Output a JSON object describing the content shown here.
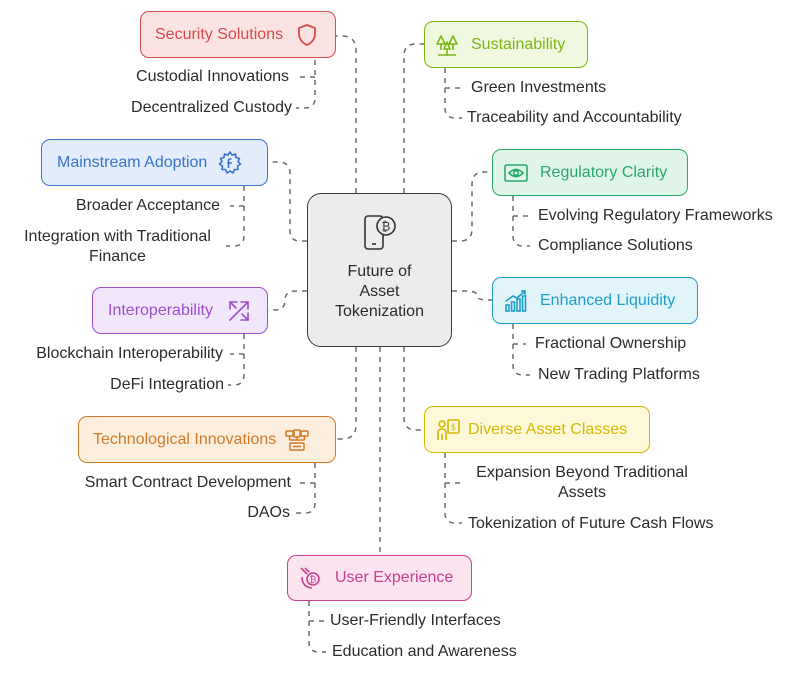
{
  "center": {
    "title": "Future of\nAsset\nTokenization",
    "icon": "bitcoin-phone-icon"
  },
  "branches": {
    "security": {
      "label": "Security Solutions",
      "icon": "shield-icon",
      "color": "#d94a4a",
      "fill": "#fbe3e3",
      "items": [
        "Custodial Innovations",
        "Decentralized Custody"
      ]
    },
    "sustainability": {
      "label": "Sustainability",
      "icon": "trees-icon",
      "color": "#7cb518",
      "fill": "#f1f8e0",
      "items": [
        "Green Investments",
        "Traceability and Accountability"
      ]
    },
    "mainstream": {
      "label": "Mainstream Adoption",
      "icon": "gear-facebook-icon",
      "color": "#3a73c8",
      "fill": "#e2ecfa",
      "items": [
        "Broader Acceptance",
        "Integration with Traditional Finance"
      ]
    },
    "regulatory": {
      "label": "Regulatory Clarity",
      "icon": "eye-banknote-icon",
      "color": "#2aa86a",
      "fill": "#e0f5ea",
      "items": [
        "Evolving Regulatory Frameworks",
        "Compliance Solutions"
      ]
    },
    "interoperability": {
      "label": "Interoperability",
      "icon": "arrows-cross-icon",
      "color": "#9b4fd0",
      "fill": "#f2e6fb",
      "items": [
        "Blockchain Interoperability",
        "DeFi Integration"
      ]
    },
    "liquidity": {
      "label": "Enhanced Liquidity",
      "icon": "chart-growth-icon",
      "color": "#1f9ec8",
      "fill": "#e0f4fa",
      "items": [
        "Fractional Ownership",
        "New Trading Platforms"
      ]
    },
    "technological": {
      "label": "Technological Innovations",
      "icon": "network-devices-icon",
      "color": "#d07a2a",
      "fill": "#fbeedd",
      "items": [
        "Smart Contract Development",
        "DAOs"
      ]
    },
    "diverse": {
      "label": "Diverse Asset Classes",
      "icon": "investor-icon",
      "color": "#d4b800",
      "fill": "#fdf9d8",
      "items": [
        "Expansion Beyond Traditional Assets",
        "Tokenization of Future Cash Flows"
      ]
    },
    "ux": {
      "label": "User Experience",
      "icon": "hand-bitcoin-icon",
      "color": "#c8408e",
      "fill": "#fbe3f0",
      "items": [
        "User-Friendly Interfaces",
        "Education and Awareness"
      ]
    }
  }
}
